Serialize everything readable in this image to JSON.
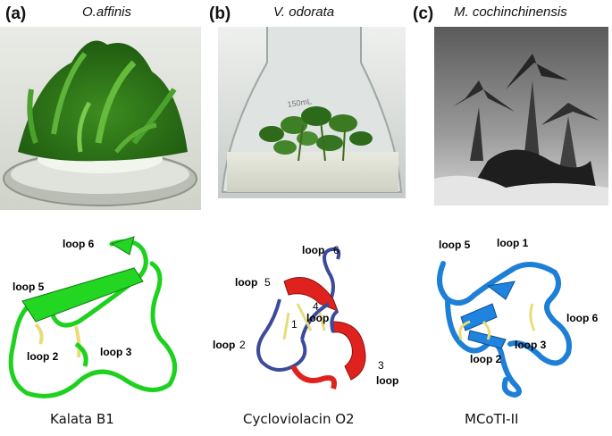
{
  "panels": [
    {
      "label": "(a)",
      "species": "O.affinis",
      "peptide": "Kalata B1",
      "loops": [
        "loop 6",
        "loop 5",
        "loop 2",
        "loop 3"
      ]
    },
    {
      "label": "(b)",
      "species": "V. odorata",
      "peptide": "Cycloviolacin O2",
      "flask_text": "150mL",
      "loops": [
        "loop",
        "6",
        "loop",
        "5",
        "4",
        "loop",
        "1",
        "loop",
        "2",
        "3",
        "loop"
      ]
    },
    {
      "label": "(c)",
      "species": "M. cochinchinensis",
      "peptide": "MCoTI-II",
      "loops": [
        "loop 5",
        "loop 1",
        "loop 6",
        "loop 2",
        "loop 3"
      ]
    }
  ],
  "colors": {
    "kalata_ribbon": "#1fd11f",
    "cycloviolacin_coil": "#3b4a9a",
    "cycloviolacin_strand": "#e0221e",
    "mcoti_ribbon": "#1e7fd6",
    "disulfide": "#e8dc7a"
  }
}
